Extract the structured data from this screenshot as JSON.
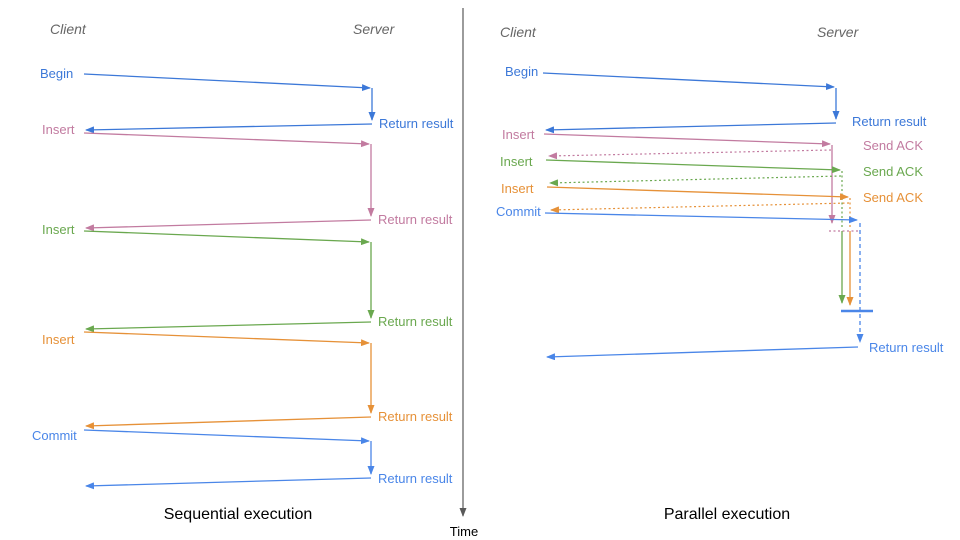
{
  "colors": {
    "blue": "#3c78d8",
    "blue_light": "#4a86e8",
    "pink": "#c27ba0",
    "green": "#6aa84f",
    "orange": "#e69138",
    "header_gray": "#666666",
    "title_black": "#000000",
    "axis_gray": "#595959"
  },
  "time_axis": {
    "label": "Time"
  },
  "sequential": {
    "title": "Sequential execution",
    "client_header": "Client",
    "server_header": "Server",
    "rows": [
      {
        "label": "Begin",
        "result": "Return result"
      },
      {
        "label": "Insert",
        "result": "Return result"
      },
      {
        "label": "Insert",
        "result": "Return result"
      },
      {
        "label": "Insert",
        "result": "Return result"
      },
      {
        "label": "Commit",
        "result": "Return result"
      }
    ]
  },
  "parallel": {
    "title": "Parallel execution",
    "client_header": "Client",
    "server_header": "Server",
    "rows": [
      {
        "label": "Begin",
        "result": "Return result"
      },
      {
        "label": "Insert",
        "ack": "Send ACK"
      },
      {
        "label": "Insert",
        "ack": "Send ACK"
      },
      {
        "label": "Insert",
        "ack": "Send ACK"
      },
      {
        "label": "Commit"
      }
    ],
    "final_result": "Return result"
  }
}
